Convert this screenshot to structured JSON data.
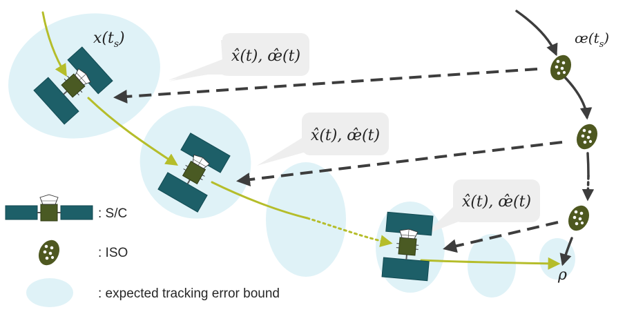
{
  "labels": {
    "sc_state": "x(t",
    "sc_state_sub": "s",
    "sc_state_close": ")",
    "iso_state": "œ(t",
    "iso_state_sub": "s",
    "iso_state_close": ")",
    "estimate": "x̂(t), œ̂(t)",
    "target": "ρ"
  },
  "legend": {
    "sc": ": S/C",
    "iso": ": ISO",
    "bound": ": expected tracking error bound"
  },
  "colors": {
    "trajectory": "#b5bd2a",
    "iso_path": "#3d3d3d",
    "estimate_arrow": "#3d3d3d",
    "ellipse": "#dff2f7",
    "callout": "#eeeeee",
    "panel": "#1d5f68",
    "sc_body": "#4a5a23",
    "iso_body": "#4e5820"
  }
}
